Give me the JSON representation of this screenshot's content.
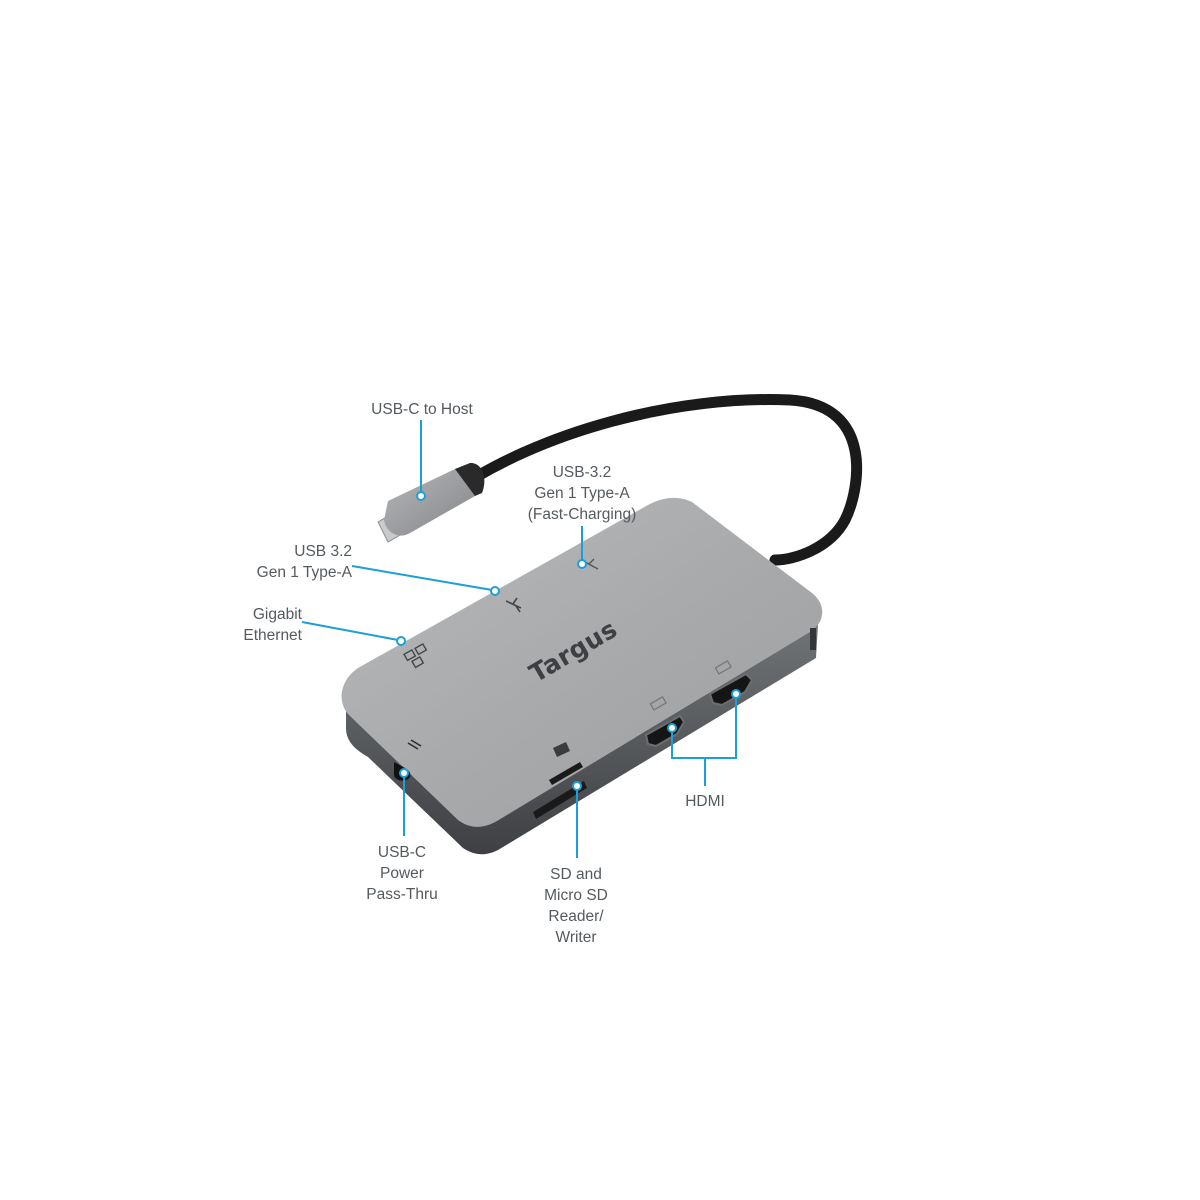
{
  "brand": {
    "name": "Targus"
  },
  "callouts": {
    "usb_c_host": {
      "lines": [
        "USB-C to Host"
      ]
    },
    "usb_fast": {
      "lines": [
        "USB-3.2",
        "Gen 1 Type-A",
        "(Fast-Charging)"
      ]
    },
    "usb_a": {
      "lines": [
        "USB 3.2",
        "Gen 1 Type-A"
      ]
    },
    "ethernet": {
      "lines": [
        "Gigabit",
        "Ethernet"
      ]
    },
    "usb_c_power": {
      "lines": [
        "USB-C",
        "Power",
        "Pass-Thru"
      ]
    },
    "sd_reader": {
      "lines": [
        "SD and",
        "Micro SD",
        "Reader/",
        "Writer"
      ]
    },
    "hdmi": {
      "lines": [
        "HDMI"
      ]
    }
  },
  "colors": {
    "callout_line": "#1c9fd8",
    "body_top": "#a9abad",
    "body_side": "#55585b",
    "cable": "#1a1a1a",
    "label_text": "#555a5e"
  },
  "icons": [
    "usb-c-connector-icon",
    "usb-icon",
    "ethernet-icon",
    "hdmi-icon",
    "sd-card-icon",
    "power-icon"
  ]
}
